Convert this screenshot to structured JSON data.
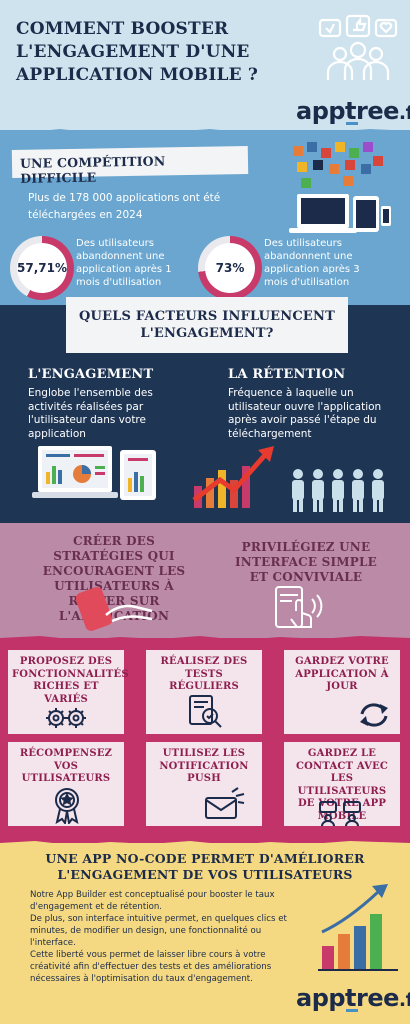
{
  "header": {
    "title": "COMMENT BOOSTER L'ENGAGEMENT D'UNE APPLICATION MOBILE ?",
    "brand": "apptree",
    "brand_tld": ".fr"
  },
  "competition": {
    "title": "UNE COMPÉTITION DIFFICILE",
    "text": "Plus de 178 000 applications ont été téléchargées en 2024",
    "stat1": {
      "value": "57,71%",
      "fraction": 0.5771,
      "label": "Des utilisateurs abandonnent une application après 1 mois d'utilisation"
    },
    "stat2": {
      "value": "73%",
      "fraction": 0.73,
      "label": "Des utilisateurs abandonnent une application après 3 mois d'utilisation"
    }
  },
  "factors": {
    "banner": "QUELS FACTEURS INFLUENCENT L'ENGAGEMENT?",
    "engagement_title": "L'ENGAGEMENT",
    "engagement_text": "Englobe l'ensemble des activités réalisées par l'utilisateur dans votre application",
    "retention_title": "LA RÉTENTION",
    "retention_text": "Fréquence à laquelle un utilisateur ouvre l'application après avoir passé l'étape du téléchargement"
  },
  "strategies": {
    "left": "CRÉER DES STRATÉGIES QUI ENCOURAGENT LES UTILISATEURS À RESTER SUR L'APPLICATION",
    "right": "PRIVILÉGIEZ UNE INTERFACE SIMPLE ET CONVIVIALE"
  },
  "tips": [
    {
      "title": "PROPOSEZ DES FONCTIONNALITÉS RICHES ET VARIÉS",
      "icon": "gears-icon"
    },
    {
      "title": "RÉALISEZ DES TESTS RÉGULIERS",
      "icon": "test-search-icon"
    },
    {
      "title": "GARDEZ VOTRE APPLICATION À JOUR",
      "icon": "refresh-icon"
    },
    {
      "title": "RÉCOMPENSEZ VOS UTILISATEURS",
      "icon": "award-icon"
    },
    {
      "title": "UTILISEZ LES NOTIFICATION PUSH",
      "icon": "mail-notification-icon"
    },
    {
      "title": "GARDEZ LE CONTACT AVEC LES UTILISATEURS DE VOTRE APP MOBILE",
      "icon": "chat-users-icon"
    }
  ],
  "footer": {
    "title": "UNE APP NO-CODE PERMET D'AMÉLIORER L'ENGAGEMENT DE VOS UTILISATEURS",
    "p1": "Notre App Builder est conceptualisé pour booster le taux d'engagement et de rétention.",
    "p2": "De plus, son interface intuitive permet, en quelques clics et minutes, de modifier un design, une fonctionnalité ou l'interface.",
    "p3": "Cette liberté vous permet de laisser libre cours à votre créativité afin d'effectuer des tests et des améliorations nécessaires à l'optimisation du taux d'engagement.",
    "brand": "apptree",
    "brand_tld": ".fr"
  },
  "colors": {
    "navy": "#1c2b4a",
    "donut_fill": "#c83a6a",
    "donut_track": "#e9e9ee",
    "tips_bg": "#c2336a"
  }
}
